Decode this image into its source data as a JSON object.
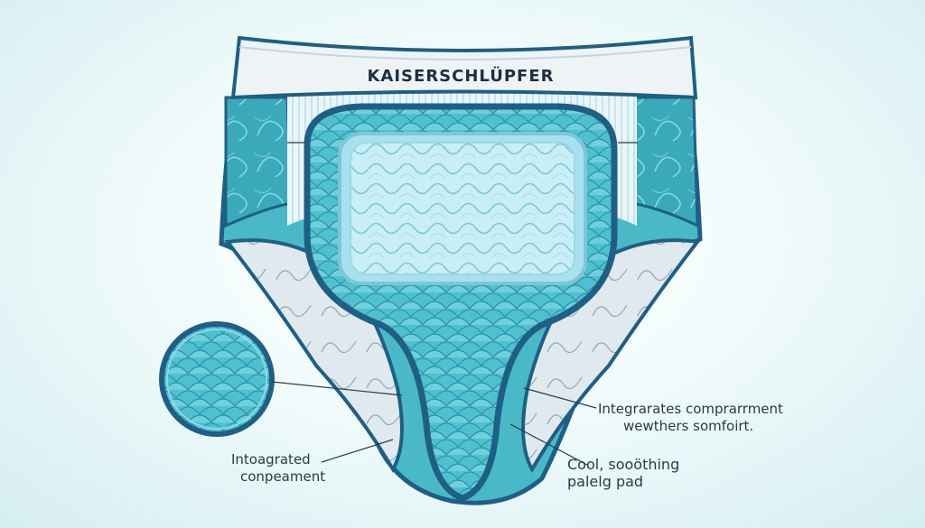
{
  "brand_label": "KAISERSCHLÜPFER",
  "callouts": {
    "right_upper": {
      "line1": "Integrarates comprarrment",
      "line2": "wewthers somfoirt."
    },
    "left_lower": {
      "line1": "Intoagrated",
      "line2": "conpeament"
    },
    "right_lower": {
      "line1": "Cool, sooöthing",
      "line2": "palelg pad"
    }
  },
  "colors": {
    "turquoise": "#3fb6c6",
    "deep_blue": "#1f5f86",
    "pad": "#bfe9f3",
    "waistband": "#eef3f5"
  }
}
